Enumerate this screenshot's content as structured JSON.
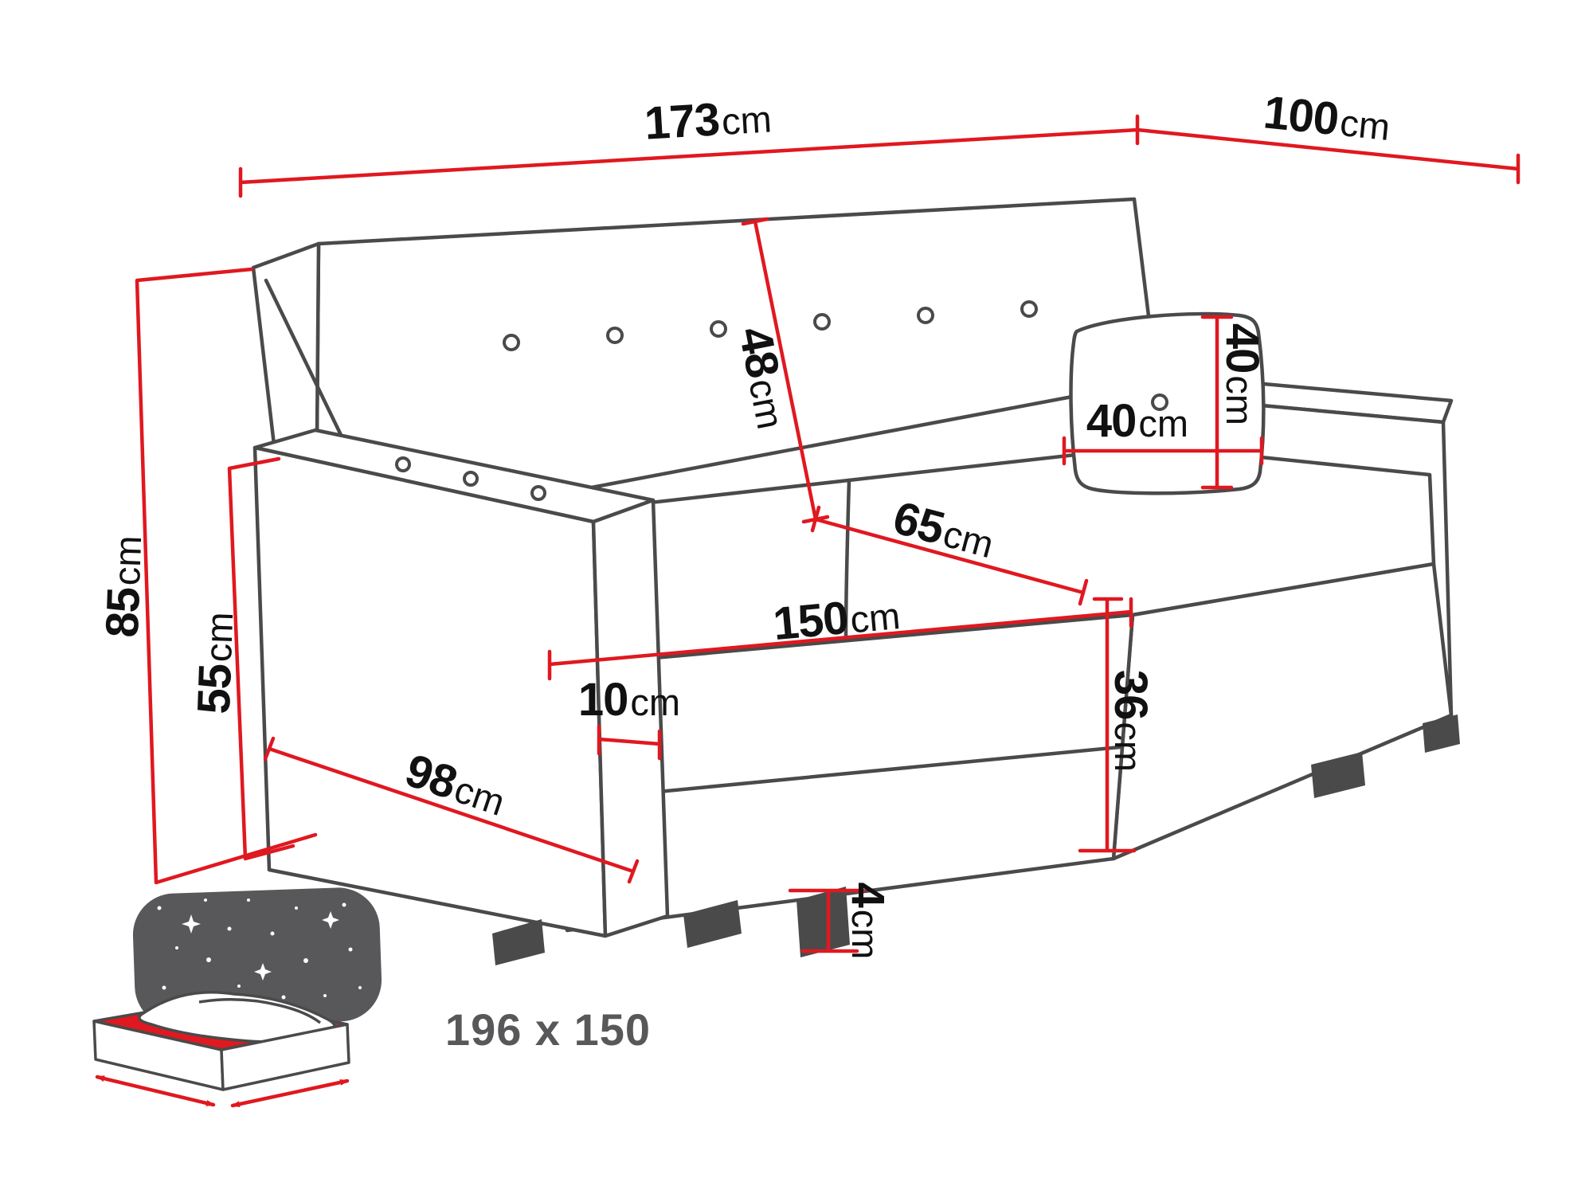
{
  "diagram": {
    "title": "sofa-bed-dimension-diagram",
    "colors": {
      "dimension_red": "#e01820",
      "outline_gray": "#4a4a4a",
      "headboard_gray": "#58585a",
      "label_black": "#111111"
    },
    "dims": {
      "width": {
        "value": "173",
        "unit": "cm"
      },
      "depth": {
        "value": "100",
        "unit": "cm"
      },
      "height": {
        "value": "85",
        "unit": "cm"
      },
      "arm_height": {
        "value": "55",
        "unit": "cm"
      },
      "backrest": {
        "value": "48",
        "unit": "cm"
      },
      "seat_depth": {
        "value": "65",
        "unit": "cm"
      },
      "seat_width": {
        "value": "150",
        "unit": "cm"
      },
      "arm_width": {
        "value": "10",
        "unit": "cm"
      },
      "base_depth": {
        "value": "98",
        "unit": "cm"
      },
      "seat_height": {
        "value": "36",
        "unit": "cm"
      },
      "leg_height": {
        "value": "4",
        "unit": "cm"
      },
      "pillow_w": {
        "value": "40",
        "unit": "cm"
      },
      "pillow_h": {
        "value": "40",
        "unit": "cm"
      }
    },
    "sleeping_area": {
      "label": "196 x 150"
    }
  }
}
